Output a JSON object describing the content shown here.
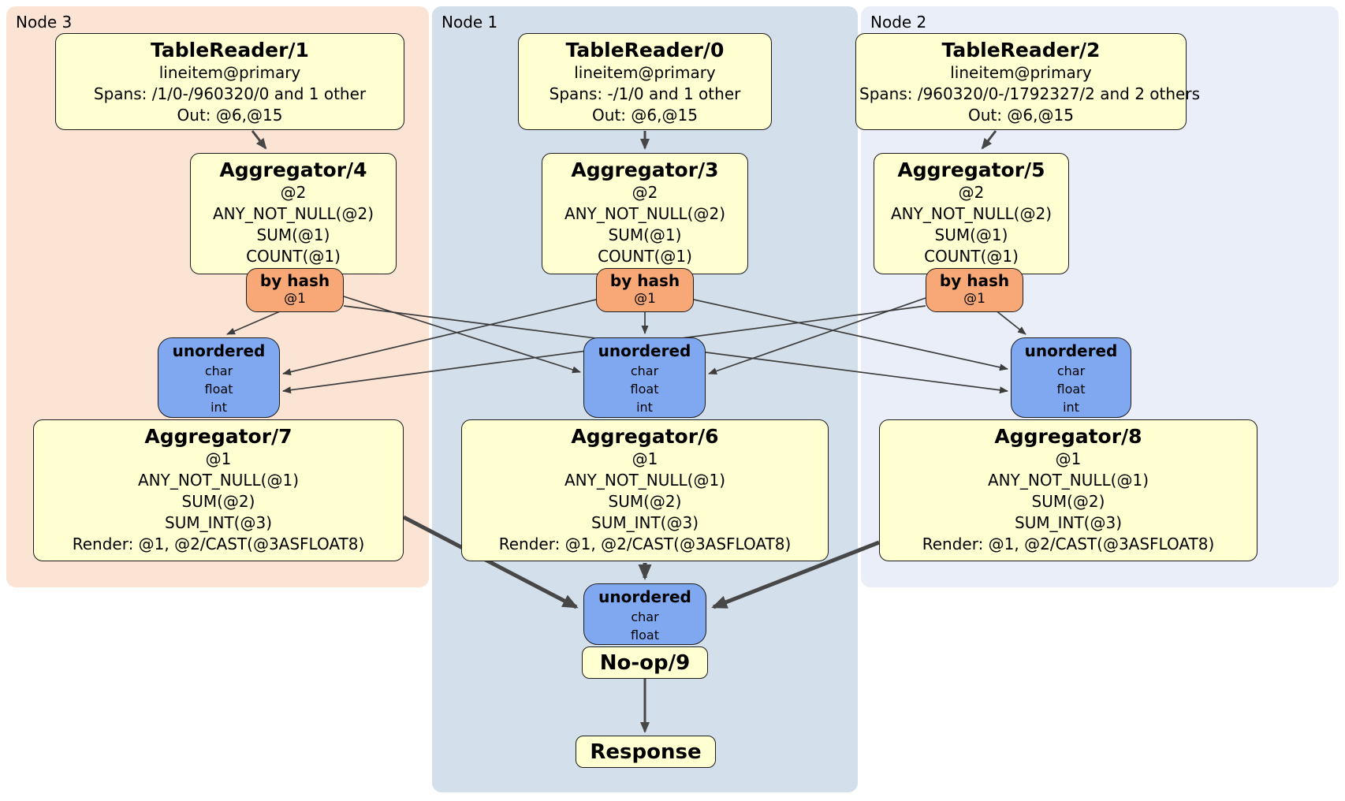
{
  "colors": {
    "node3_bg": "#fce4d5",
    "node1_bg": "#d3dfea",
    "node2_bg": "#e9eef9",
    "box_yellow": "#ffffd2",
    "router_orange": "#f7a876",
    "sync_blue": "#7fa8f0",
    "edge_thin": "#3d3d3d",
    "edge_thick": "#474747",
    "border": "#1c1c1c"
  },
  "regions": {
    "node3": {
      "label": "Node 3"
    },
    "node1": {
      "label": "Node 1"
    },
    "node2": {
      "label": "Node 2"
    }
  },
  "processors": {
    "tr1": {
      "title": "TableReader/1",
      "lines": [
        "lineitem@primary",
        "Spans: /1/0-/960320/0 and 1 other",
        "Out: @6,@15"
      ]
    },
    "tr0": {
      "title": "TableReader/0",
      "lines": [
        "lineitem@primary",
        "Spans: -/1/0 and 1 other",
        "Out: @6,@15"
      ]
    },
    "tr2": {
      "title": "TableReader/2",
      "lines": [
        "lineitem@primary",
        "Spans: /960320/0-/1792327/2 and 2 others",
        "Out: @6,@15"
      ]
    },
    "agg4": {
      "title": "Aggregator/4",
      "lines": [
        "@2",
        "ANY_NOT_NULL(@2)",
        "SUM(@1)",
        "COUNT(@1)"
      ]
    },
    "agg3": {
      "title": "Aggregator/3",
      "lines": [
        "@2",
        "ANY_NOT_NULL(@2)",
        "SUM(@1)",
        "COUNT(@1)"
      ]
    },
    "agg5": {
      "title": "Aggregator/5",
      "lines": [
        "@2",
        "ANY_NOT_NULL(@2)",
        "SUM(@1)",
        "COUNT(@1)"
      ]
    },
    "agg7": {
      "title": "Aggregator/7",
      "lines": [
        "@1",
        "ANY_NOT_NULL(@1)",
        "SUM(@2)",
        "SUM_INT(@3)",
        "Render: @1, @2/CAST(@3ASFLOAT8)"
      ]
    },
    "agg6": {
      "title": "Aggregator/6",
      "lines": [
        "@1",
        "ANY_NOT_NULL(@1)",
        "SUM(@2)",
        "SUM_INT(@3)",
        "Render: @1, @2/CAST(@3ASFLOAT8)"
      ]
    },
    "agg8": {
      "title": "Aggregator/8",
      "lines": [
        "@1",
        "ANY_NOT_NULL(@1)",
        "SUM(@2)",
        "SUM_INT(@3)",
        "Render: @1, @2/CAST(@3ASFLOAT8)"
      ]
    },
    "noop": {
      "title": "No-op/9"
    },
    "response": {
      "title": "Response"
    }
  },
  "routers": {
    "r3": {
      "title": "by hash",
      "sub": "@1"
    },
    "r1": {
      "title": "by hash",
      "sub": "@1"
    },
    "r2": {
      "title": "by hash",
      "sub": "@1"
    }
  },
  "syncs": {
    "u3": {
      "title": "unordered",
      "items": [
        "char",
        "float",
        "int"
      ]
    },
    "u1": {
      "title": "unordered",
      "items": [
        "char",
        "float",
        "int"
      ]
    },
    "u2": {
      "title": "unordered",
      "items": [
        "char",
        "float",
        "int"
      ]
    },
    "ufinal": {
      "title": "unordered",
      "items": [
        "char",
        "float"
      ]
    }
  }
}
